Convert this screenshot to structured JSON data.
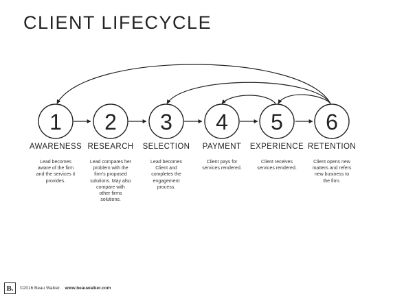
{
  "title": "CLIENT LIFECYCLE",
  "stages": [
    {
      "number": "1",
      "label": "AWARENESS",
      "desc": [
        "Lead becomes",
        "aware of the firm",
        "and the services it",
        "provides."
      ]
    },
    {
      "number": "2",
      "label": "RESEARCH",
      "desc": [
        "Lead compares her",
        "problem with the",
        "firm's proposed",
        "solutions. May also",
        "compare with",
        "other firms",
        "solutions."
      ]
    },
    {
      "number": "3",
      "label": "SELECTION",
      "desc": [
        "Lead becomes",
        "Client and",
        "completes the",
        "engagement",
        "process."
      ]
    },
    {
      "number": "4",
      "label": "PAYMENT",
      "desc": [
        "Client pays for",
        "services rendered."
      ]
    },
    {
      "number": "5",
      "label": "EXPERIENCE",
      "desc": [
        "Client receives",
        "services rendered."
      ]
    },
    {
      "number": "6",
      "label": "RETENTION",
      "desc": [
        "Client opens new",
        "matters and refers",
        "new business to",
        "the firm."
      ]
    }
  ],
  "footer": {
    "logo_letter": "B.",
    "copyright": "©2016 Beau Walker.",
    "url": "www.beauwalker.com"
  },
  "colors": {
    "stroke": "#222222",
    "text": "#222222"
  }
}
